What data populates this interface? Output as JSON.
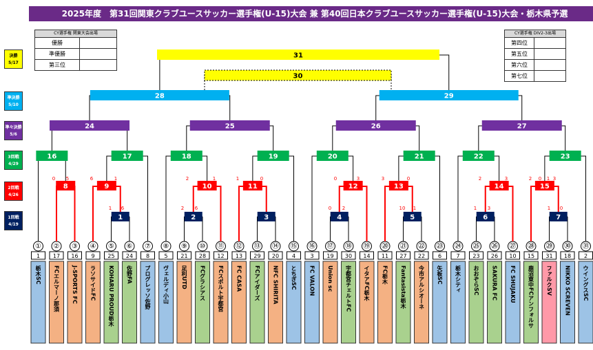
{
  "title": "2025年度　第31回関東クラブユースサッカー選手権(U-15)大会 兼 第40回日本クラブユースサッカー選手権(U-15)大会・栃木県予選",
  "round_labels": [
    {
      "name": "決勝",
      "date": "5/17",
      "color": "#ffff00",
      "text_color": "#000000"
    },
    {
      "name": "準決勝",
      "date": "5/10",
      "color": "#00b0f0",
      "text_color": "#ffffff"
    },
    {
      "name": "準々決勝",
      "date": "5/6",
      "color": "#7030a0",
      "text_color": "#ffffff"
    },
    {
      "name": "3回戦",
      "date": "4/29",
      "color": "#00b050",
      "text_color": "#ffffff"
    },
    {
      "name": "2回戦",
      "date": "4/26",
      "color": "#ff0000",
      "text_color": "#ffffff"
    },
    {
      "name": "1回戦",
      "date": "4/19",
      "color": "#002060",
      "text_color": "#ffffff"
    }
  ],
  "left_table": {
    "header": "CY選手権 関東大会出場",
    "rows": [
      "優勝",
      "準優勝",
      "第三位"
    ]
  },
  "right_table": {
    "header": "CY選手権 DIV2-3出場",
    "rows": [
      "第四位",
      "第五位",
      "第六位",
      "第七位"
    ]
  },
  "colors": {
    "final": "#ffff00",
    "semi": "#00b0f0",
    "quarter": "#7030a0",
    "third": "#00b050",
    "second": "#ff0000",
    "first": "#002060",
    "team_blue": "#9dc3e6",
    "team_orange": "#f4b183",
    "team_green": "#a9d18e",
    "team_pink": "#ff99a8",
    "winner_line": "#ff0000"
  },
  "matches": {
    "final": "31",
    "third_place": "30",
    "semis": [
      "28",
      "29"
    ],
    "quarters": [
      "24",
      "25",
      "26",
      "27"
    ],
    "third_round": [
      "16",
      "17",
      "18",
      "19",
      "20",
      "21",
      "22",
      "23"
    ],
    "second_round": [
      "8",
      "9",
      "10",
      "11",
      "12",
      "13",
      "14",
      "15"
    ],
    "first_round": [
      "1",
      "2",
      "3",
      "4",
      "5",
      "6",
      "7"
    ]
  },
  "scores": [
    {
      "text": "0"
    },
    {
      "text": "5"
    },
    {
      "text": "6"
    },
    {
      "text": "1"
    },
    {
      "text": "1"
    },
    {
      "text": "6"
    },
    {
      "text": "2"
    },
    {
      "text": "1"
    },
    {
      "text": "2"
    },
    {
      "text": "6"
    },
    {
      "text": "1"
    },
    {
      "text": "0"
    },
    {
      "text": "0"
    },
    {
      "text": "3"
    },
    {
      "text": "0"
    },
    {
      "text": "2"
    },
    {
      "text": "3"
    },
    {
      "text": "0"
    },
    {
      "text": "10"
    },
    {
      "text": "1"
    },
    {
      "text": "2"
    },
    {
      "text": "3"
    },
    {
      "text": "1"
    },
    {
      "text": "3"
    },
    {
      "text": "2"
    },
    {
      "text": "0"
    },
    {
      "text": "1"
    },
    {
      "text": "3"
    },
    {
      "text": "1"
    },
    {
      "text": "0"
    }
  ],
  "teams": [
    {
      "slot": "①",
      "seed": "1",
      "name": "栃木SC",
      "color": "blue"
    },
    {
      "slot": "②",
      "seed": "17",
      "name": "FCエルマーノ那須",
      "color": "orange"
    },
    {
      "slot": "③",
      "seed": "16",
      "name": "J-SPORTS FC",
      "color": "orange"
    },
    {
      "slot": "④",
      "seed": "9",
      "name": "ラソサイドFC",
      "color": "orange"
    },
    {
      "slot": "⑤",
      "seed": "25",
      "name": "KOHARU PROUD栃木",
      "color": "green"
    },
    {
      "slot": "⑥",
      "seed": "24",
      "name": "佐野FA",
      "color": "green"
    },
    {
      "slot": "⑦",
      "seed": "8",
      "name": "プログレッソ佐野",
      "color": "blue"
    },
    {
      "slot": "⑧",
      "seed": "5",
      "name": "ヴェルディ小山",
      "color": "blue"
    },
    {
      "slot": "⑨",
      "seed": "21",
      "name": "足利UTD",
      "color": "orange"
    },
    {
      "slot": "⑩",
      "seed": "28",
      "name": "FCグラシアス",
      "color": "green"
    },
    {
      "slot": "⑪",
      "seed": "12",
      "name": "FCスポルト宇都宮",
      "color": "orange"
    },
    {
      "slot": "⑫",
      "seed": "13",
      "name": "FC CASA",
      "color": "orange"
    },
    {
      "slot": "⑬",
      "seed": "29",
      "name": "FCアイダーズ",
      "color": "green"
    },
    {
      "slot": "⑭",
      "seed": "20",
      "name": "NFC SHIRITA",
      "color": "orange"
    },
    {
      "slot": "⑮",
      "seed": "4",
      "name": "とちぎSC",
      "color": "blue"
    },
    {
      "slot": "⑯",
      "seed": "3",
      "name": "FC VALON",
      "color": "blue"
    },
    {
      "slot": "⑰",
      "seed": "19",
      "name": "Union sc",
      "color": "orange"
    },
    {
      "slot": "⑱",
      "seed": "30",
      "name": "宇都宮チェルトFC",
      "color": "green"
    },
    {
      "slot": "⑲",
      "seed": "14",
      "name": "イタアFC栃木",
      "color": "orange"
    },
    {
      "slot": "⑳",
      "seed": "11",
      "name": "FC栃木",
      "color": "orange"
    },
    {
      "slot": "㉑",
      "seed": "27",
      "name": "Fantasista栃木",
      "color": "green"
    },
    {
      "slot": "㉒",
      "seed": "22",
      "name": "今市アルシオーネ",
      "color": "orange"
    },
    {
      "slot": "㉓",
      "seed": "6",
      "name": "矢板SC",
      "color": "blue"
    },
    {
      "slot": "㉔",
      "seed": "7",
      "name": "栃木シティ",
      "color": "blue"
    },
    {
      "slot": "㉕",
      "seed": "23",
      "name": "おおぞらSC",
      "color": "green"
    },
    {
      "slot": "㉖",
      "seed": "26",
      "name": "SAKURA FC",
      "color": "green"
    },
    {
      "slot": "㉗",
      "seed": "10",
      "name": "FC SHUJAKU",
      "color": "blue"
    },
    {
      "slot": "㉘",
      "seed": "15",
      "name": "鹿沼東中FCアンフォルサ",
      "color": "green"
    },
    {
      "slot": "㉙",
      "seed": "31",
      "name": "ファルクSV",
      "color": "pink"
    },
    {
      "slot": "㉚",
      "seed": "18",
      "name": "NIKKO SCREVEN",
      "color": "blue"
    },
    {
      "slot": "㉛",
      "seed": "2",
      "name": "ウイングスSC",
      "color": "blue"
    }
  ]
}
